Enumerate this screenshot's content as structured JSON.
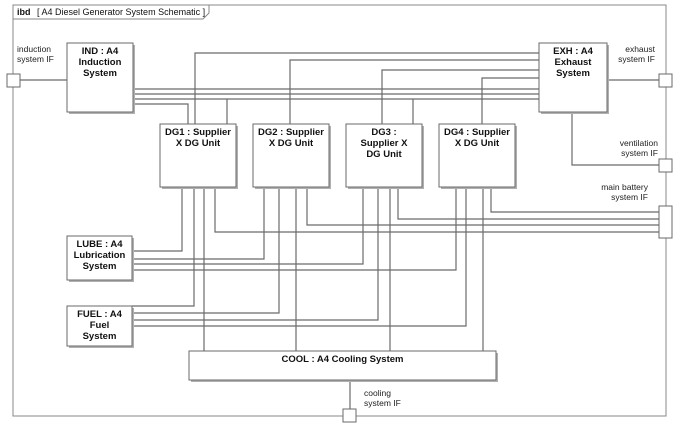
{
  "diagram": {
    "kind": "ibd",
    "title": "A4 Diesel Generator System Schematic"
  },
  "blocks": {
    "ind": {
      "lines": [
        "IND : A4",
        "Induction",
        "System"
      ]
    },
    "exh": {
      "lines": [
        "EXH : A4",
        "Exhaust",
        "System"
      ]
    },
    "dg1": {
      "lines": [
        "DG1 : Supplier",
        "X DG Unit"
      ]
    },
    "dg2": {
      "lines": [
        "DG2 : Supplier",
        "X DG Unit"
      ]
    },
    "dg3": {
      "lines": [
        "DG3 :",
        "Supplier X",
        "DG Unit"
      ]
    },
    "dg4": {
      "lines": [
        "DG4 : Supplier",
        "X DG Unit"
      ]
    },
    "lube": {
      "lines": [
        "LUBE : A4",
        "Lubrication",
        "System"
      ]
    },
    "fuel": {
      "lines": [
        "FUEL : A4",
        "Fuel",
        "System"
      ]
    },
    "cool": {
      "lines": [
        "COOL : A4 Cooling System"
      ]
    }
  },
  "ports": {
    "induction": {
      "lines": [
        "induction",
        "system IF"
      ]
    },
    "exhaust": {
      "lines": [
        "exhaust",
        "system IF"
      ]
    },
    "ventilation": {
      "lines": [
        "ventilation",
        "system IF"
      ]
    },
    "battery": {
      "lines": [
        "main battery",
        "system IF"
      ]
    },
    "cooling": {
      "lines": [
        "cooling",
        "system IF"
      ]
    }
  }
}
